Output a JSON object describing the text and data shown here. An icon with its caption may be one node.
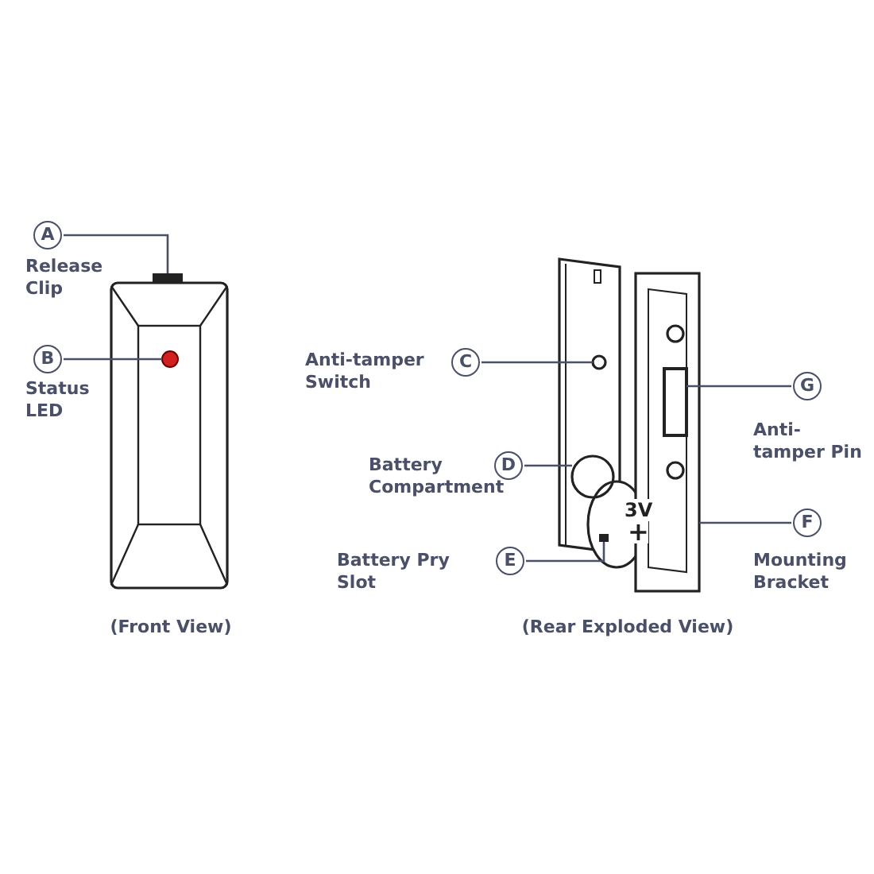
{
  "diagram": {
    "nodes": [
      {
        "text": [
          "A"
        ],
        "beside": [
          "Release Clip"
        ]
      },
      {
        "text": [],
        "shape": "box"
      },
      {
        "text": [
          "B"
        ],
        "beside": [
          "Status LED"
        ]
      },
      {
        "text": [],
        "shape": "circle"
      },
      {
        "text": [
          "C"
        ],
        "beside": [
          "Anti-tamper Switch"
        ]
      },
      {
        "text": [],
        "shape": "circle"
      },
      {
        "text": [
          "D"
        ],
        "beside": [
          "Battery Compartment"
        ]
      },
      {
        "text": [],
        "shape": "circle"
      },
      {
        "text": [
          "E"
        ],
        "beside": [
          "Battery Pry Slot"
        ]
      },
      {
        "text": [],
        "shape": "box"
      },
      {
        "text": [
          "G"
        ],
        "beside": [
          "Anti-tamper Pin"
        ]
      },
      {
        "text": [
          "F"
        ],
        "beside": [
          "Mounting Bracket"
        ]
      },
      {
        "text": [],
        "shape": "box"
      },
      {
        "text": [],
        "shape": "box",
        "in": 12
      }
    ],
    "edges": [
      {
        "from": 0,
        "to": 1,
        "arrow": "none"
      },
      {
        "from": 2,
        "to": 3,
        "arrow": "none"
      },
      {
        "from": 4,
        "to": 5,
        "arrow": "none"
      },
      {
        "from": 6,
        "to": 7,
        "arrow": "none"
      },
      {
        "from": 8,
        "to": 9,
        "arrow": "none"
      },
      {
        "from": 10,
        "to": 13,
        "arrow": "none"
      },
      {
        "from": 11,
        "to": 12,
        "arrow": "none"
      }
    ],
    "labels": [
      "3V",
      "+",
      "(Front View)",
      "(Rear Exploded View)"
    ]
  }
}
